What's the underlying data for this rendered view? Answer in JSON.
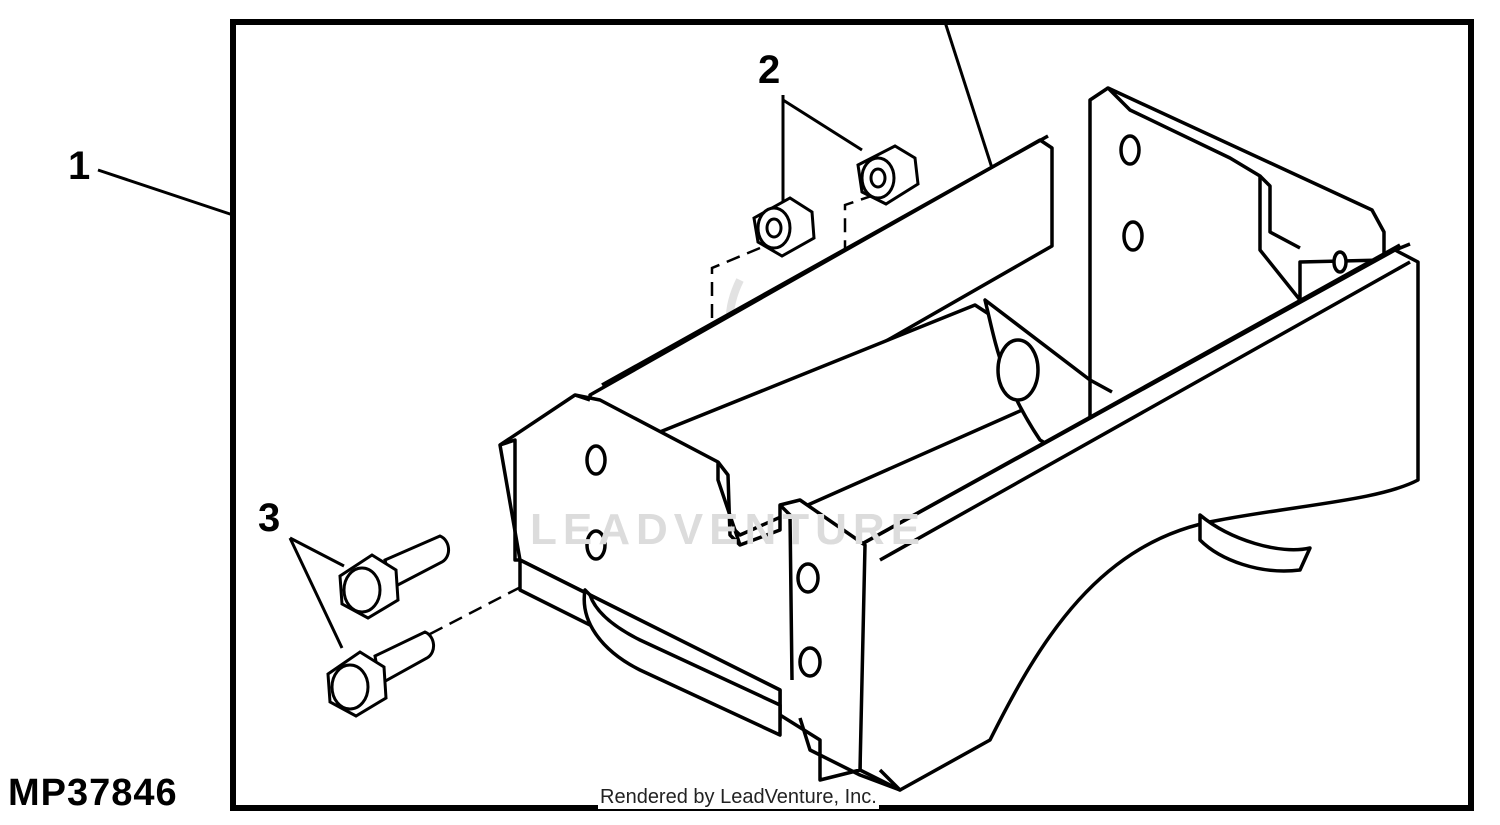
{
  "figure_id": "MP37846",
  "callouts": {
    "one": "1",
    "two": "2",
    "three": "3"
  },
  "watermark_text": "LEADVENTURE",
  "render_credit": "Rendered by LeadVenture, Inc.",
  "colors": {
    "line": "#000000",
    "background": "#ffffff",
    "watermark": "#dcdcdc"
  }
}
